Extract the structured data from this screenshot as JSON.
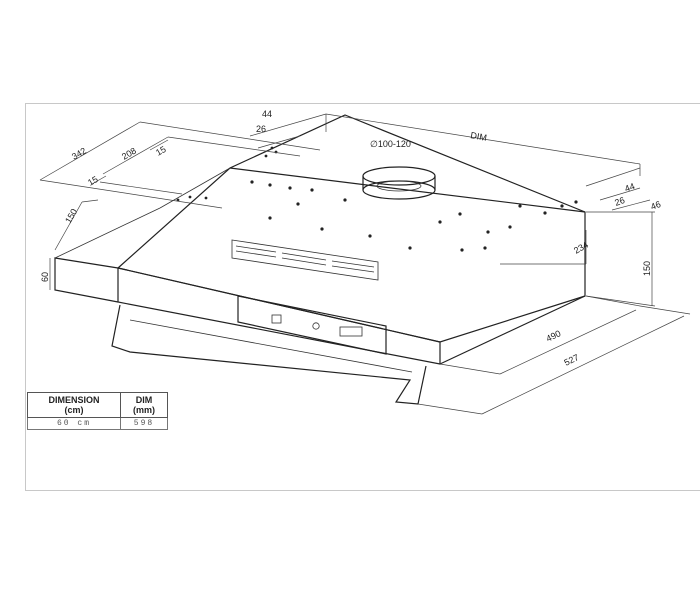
{
  "dimensions": {
    "top_depth_342": "342",
    "offset_208": "208",
    "offset_15a": "15",
    "offset_15b": "15",
    "left_44": "44",
    "left_26": "26",
    "dim": "DIM",
    "duct": "∅100-120",
    "right_44": "44",
    "right_26": "26",
    "right_46": "46",
    "side_150": "150",
    "front_60": "60",
    "right_234": "234",
    "right_150": "150",
    "bottom_490": "490",
    "bottom_527": "527"
  },
  "table": {
    "headers": [
      {
        "line1": "DIMENSION",
        "line2": "(cm)"
      },
      {
        "line1": "DIM",
        "line2": "(mm)"
      }
    ],
    "rows": [
      [
        "60  cm",
        "598"
      ]
    ]
  }
}
